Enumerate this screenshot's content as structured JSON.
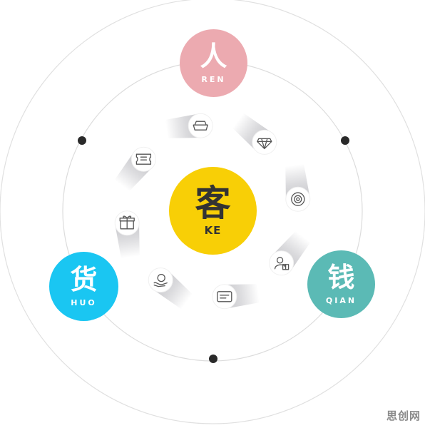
{
  "nodes": {
    "ren": {
      "cn": "人",
      "py": "REN"
    },
    "huo": {
      "cn": "货",
      "py": "HUO"
    },
    "qian": {
      "cn": "钱",
      "py": "QIAN"
    },
    "ke": {
      "cn": "客",
      "py": "KE"
    }
  },
  "ring_icons": [
    "ingot-icon",
    "diamond-icon",
    "coin-icon",
    "user-gift-icon",
    "card-icon",
    "hand-coin-icon",
    "gift-box-icon",
    "ticket-icon"
  ],
  "colors": {
    "ren": "#ecaab0",
    "huo": "#1ac6f2",
    "qian": "#5bbab5",
    "ke": "#f8cf06",
    "ring": "#dedede",
    "dot": "#2a2a2a",
    "icon": "#555555"
  },
  "watermark": "思创网"
}
